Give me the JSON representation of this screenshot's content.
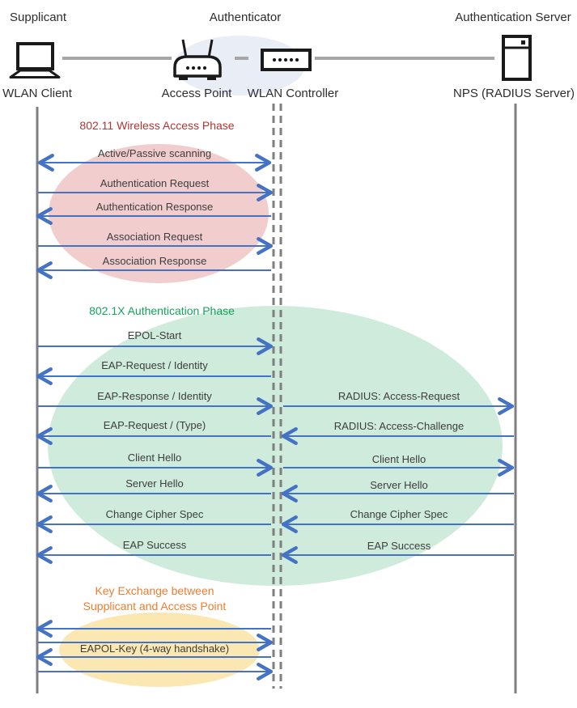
{
  "header": {
    "supplicant_role": "Supplicant",
    "authenticator_role": "Authenticator",
    "server_role": "Authentication Server",
    "wlan_client": "WLAN Client",
    "access_point": "Access Point",
    "wlan_controller": "WLAN Controller",
    "radius_server": "NPS (RADIUS Server)"
  },
  "phase_80211": {
    "title": "802.11 Wireless Access Phase",
    "messages": [
      {
        "label": "Active/Passive scanning",
        "direction": "both"
      },
      {
        "label": "Authentication Request",
        "direction": "right"
      },
      {
        "label": "Authentication Response",
        "direction": "left"
      },
      {
        "label": "Association Request",
        "direction": "right"
      },
      {
        "label": "Association Response",
        "direction": "left"
      }
    ]
  },
  "phase_8021x": {
    "title": "802.1X Authentication Phase",
    "left_messages": [
      {
        "label": "EPOL-Start",
        "direction": "right"
      },
      {
        "label": "EAP-Request / Identity",
        "direction": "left"
      },
      {
        "label": "EAP-Response / Identity",
        "direction": "right"
      },
      {
        "label": "EAP-Request / (Type)",
        "direction": "left"
      },
      {
        "label": "Client Hello",
        "direction": "right"
      },
      {
        "label": "Server Hello",
        "direction": "left"
      },
      {
        "label": "Change Cipher Spec",
        "direction": "left"
      },
      {
        "label": "EAP Success",
        "direction": "left"
      }
    ],
    "right_messages": [
      {
        "label": "RADIUS: Access-Request",
        "direction": "right"
      },
      {
        "label": "RADIUS: Access-Challenge",
        "direction": "left"
      },
      {
        "label": "Client Hello",
        "direction": "right"
      },
      {
        "label": "Server Hello",
        "direction": "left"
      },
      {
        "label": "Change Cipher Spec",
        "direction": "left"
      },
      {
        "label": "EAP Success",
        "direction": "left"
      }
    ]
  },
  "phase_key_exchange": {
    "title_line1": "Key Exchange between",
    "title_line2": "Supplicant and Access Point",
    "label": "EAPOL-Key (4-way handshake)",
    "arrow_directions": [
      "left",
      "right",
      "left",
      "right"
    ]
  },
  "colors": {
    "arrow": "#4472C4",
    "lifeline_gray": "#7F7F7F",
    "connector_gray": "#A6A6A6",
    "phase_80211_title": "#B43434",
    "phase_8021x_title": "#13A45C",
    "key_exchange_title": "#ED7D31",
    "ellipse_80211": "#F2CDCD",
    "ellipse_8021x": "#CEEBDC",
    "ellipse_key_exchange": "#FBE7B1",
    "ellipse_authenticator": "#E9EDF6"
  }
}
